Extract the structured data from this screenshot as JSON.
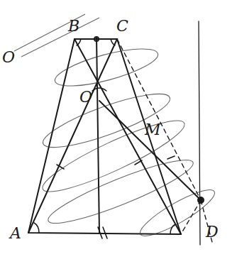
{
  "diagram": {
    "labels": [
      "B",
      "C",
      "O",
      "O",
      "M",
      "A",
      "D"
    ]
  }
}
